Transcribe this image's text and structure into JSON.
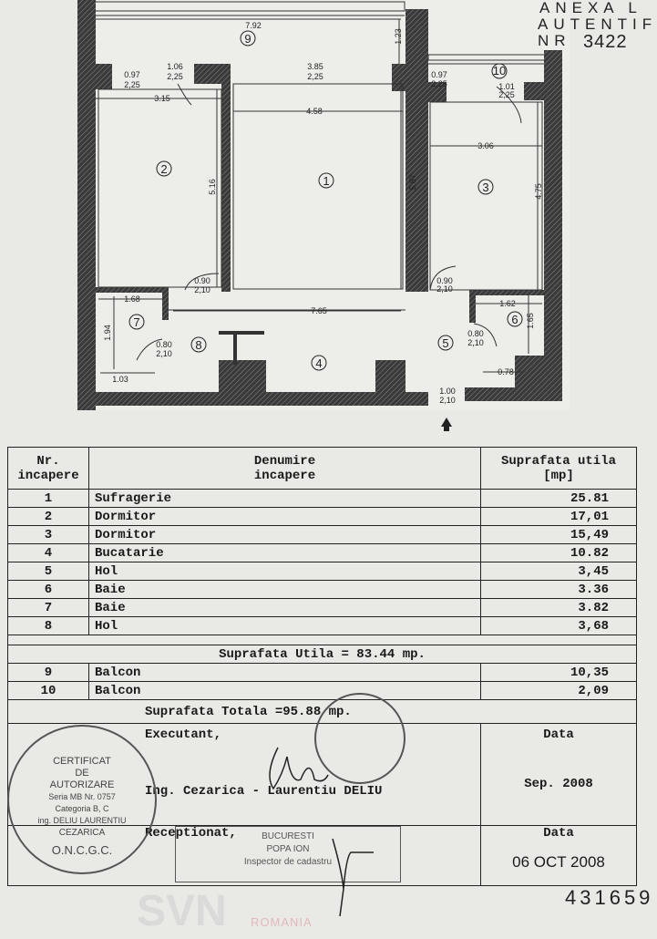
{
  "annotation": {
    "line1": "ANEXA L",
    "line2": "AUTENTIF",
    "line3": "NR",
    "number": "3422"
  },
  "watermark": {
    "brand": "SVN",
    "country": "ROMANIA"
  },
  "plan": {
    "rooms": [
      "1",
      "2",
      "3",
      "4",
      "5",
      "6",
      "7",
      "8",
      "9",
      "10"
    ],
    "dimensions": {
      "balcony9_length": "7.92",
      "balcony9_depth": "1.23",
      "door2_w": "0.97",
      "door2_h": "2,25",
      "door_a_w": "1.06",
      "door_a_h": "2,25",
      "room2_width": "3.15",
      "window1_w": "3.85",
      "window1_h": "2,25",
      "room1_width": "4.58",
      "door3_w": "0.97",
      "door3_h": "2,25",
      "door10_w": "1.01",
      "door10_h": "2,25",
      "room2_length": "5.16",
      "room1_length": "5.87",
      "room3_width": "3.06",
      "room3_length": "4.75",
      "door_r2_w": "0.90",
      "door_r2_h": "2,10",
      "room7_width": "1.68",
      "hall_length": "7.65",
      "door_r3_w": "0.90",
      "door_r3_h": "2,10",
      "room6_width": "1.62",
      "room6_length": "1.65",
      "room7_length": "1.94",
      "door7_w": "0.80",
      "door7_h": "2,10",
      "door6_w": "0.80",
      "door6_h": "2,10",
      "room7_bottom": "1.03",
      "room6_bottom": "0.78",
      "entry_w": "1.00",
      "entry_h": "2,10"
    }
  },
  "table": {
    "headers": {
      "nr": "Nr. incapere",
      "nr_l1": "Nr.",
      "nr_l2": "incapere",
      "name_l1": "Denumire",
      "name_l2": "incapere",
      "area_l1": "Suprafata utila",
      "area_l2": "[mp]"
    },
    "rows": [
      {
        "nr": "1",
        "name": "Sufragerie",
        "area": "25.81"
      },
      {
        "nr": "2",
        "name": "Dormitor",
        "area": "17,01"
      },
      {
        "nr": "3",
        "name": "Dormitor",
        "area": "15,49"
      },
      {
        "nr": "4",
        "name": "Bucatarie",
        "area": "10.82"
      },
      {
        "nr": "5",
        "name": "Hol",
        "area": "3,45"
      },
      {
        "nr": "6",
        "name": "Baie",
        "area": "3.36"
      },
      {
        "nr": "7",
        "name": "Baie",
        "area": "3.82"
      },
      {
        "nr": "8",
        "name": "Hol",
        "area": "3,68"
      }
    ],
    "useful_total": "Suprafata Utila = 83.44 mp.",
    "balconies": [
      {
        "nr": "9",
        "name": "Balcon",
        "area": "10,35"
      },
      {
        "nr": "10",
        "name": "Balcon",
        "area": "2,09"
      }
    ],
    "grand_total": "Suprafata Totala =95.88 mp.",
    "executant_label": "Executant,",
    "executant_name": "Ing. Cezarica - Laurentiu DELIU",
    "data_label": "Data",
    "executant_date": "Sep.  2008",
    "receptionat_label": "Receptionat,",
    "receptionat_data_label": "Data",
    "receptionat_date": "06 OCT 2008"
  },
  "stamps": {
    "round_l1": "CERTIFICAT",
    "round_l2": "DE",
    "round_l3": "AUTORIZARE",
    "round_l4": "Seria MB Nr. 0757",
    "round_l5": "Categoria B, C",
    "round_l6": "ing. DELIU LAURENTIU",
    "round_l7": "CEZARICA",
    "round_l8": "O.N.C.G.C.",
    "rect_l1": "BUCURESTI",
    "rect_l2": "POPA ION",
    "rect_l3": "Inspector de cadastru"
  },
  "document_number": "431659"
}
